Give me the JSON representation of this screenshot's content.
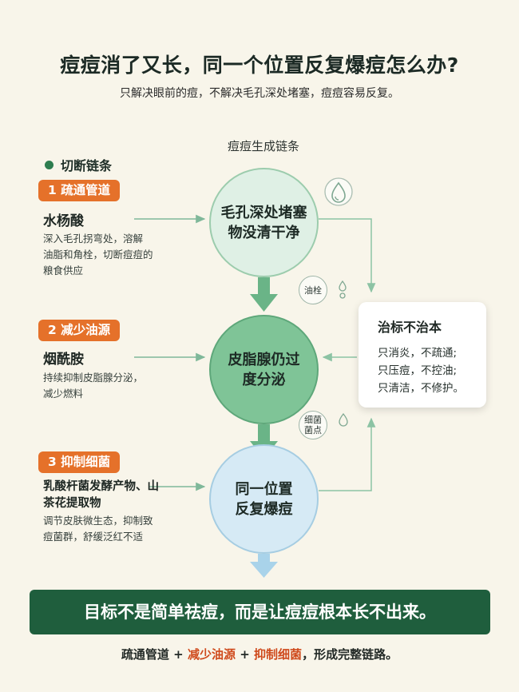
{
  "title": "痘痘消了又长，同一个位置反复爆痘怎么办?",
  "subtitle": "只解决眼前的痘，不解决毛孔深处堵塞，痘痘容易反复。",
  "chain_title": "痘痘生成链条",
  "legend_label": "切断链条",
  "steps": [
    {
      "badge": "1 疏通管道",
      "name": "水杨酸",
      "desc": [
        "深入毛孔拐弯处，溶解",
        "油脂和角栓，切断痘痘的",
        "粮食供应"
      ]
    },
    {
      "badge": "2 减少油源",
      "name": "烟酰胺",
      "desc": [
        "持续抑制皮脂腺分泌，",
        "减少燃料"
      ]
    },
    {
      "badge": "3 抑制细菌",
      "name": [
        "乳酸杆菌发酵产物、山",
        "茶花提取物"
      ],
      "desc": [
        "调节皮肤微生态，抑制致",
        "痘菌群，舒缓泛红不适"
      ]
    }
  ],
  "nodes": [
    {
      "text": [
        "毛孔深处堵塞",
        "物没清干净"
      ]
    },
    {
      "text": [
        "皮脂腺仍过",
        "度分泌"
      ]
    },
    {
      "text": [
        "同一位置",
        "反复爆痘"
      ]
    }
  ],
  "tags": [
    {
      "text": [
        "油栓"
      ]
    },
    {
      "text": [
        "细菌",
        "菌点"
      ]
    }
  ],
  "card": {
    "title": "治标不治本",
    "lines": [
      "只消炎，不疏通;",
      "只压痘，不控油;",
      "只清洁，不修护。"
    ]
  },
  "banner": "目标不是简单祛痘，而是让痘痘根本长不出来。",
  "footer": {
    "part1": "疏通管道",
    "plus": "+",
    "part2": "减少油源",
    "part3": "抑制细菌",
    "tail": "，形成完整链路。"
  },
  "colors": {
    "background": "#f8f5ea",
    "accent_orange": "#e5712a",
    "dark_green": "#1f5e3d",
    "node_light_green": "#dff0e5",
    "node_mid_green": "#7fc497",
    "node_light_blue": "#d6eaf5",
    "highlight_red": "#cf4a1c"
  },
  "icons": [
    "water-drop-icon",
    "oil-droplet-icon",
    "bacteria-droplet-icon",
    "green-dot-icon"
  ]
}
